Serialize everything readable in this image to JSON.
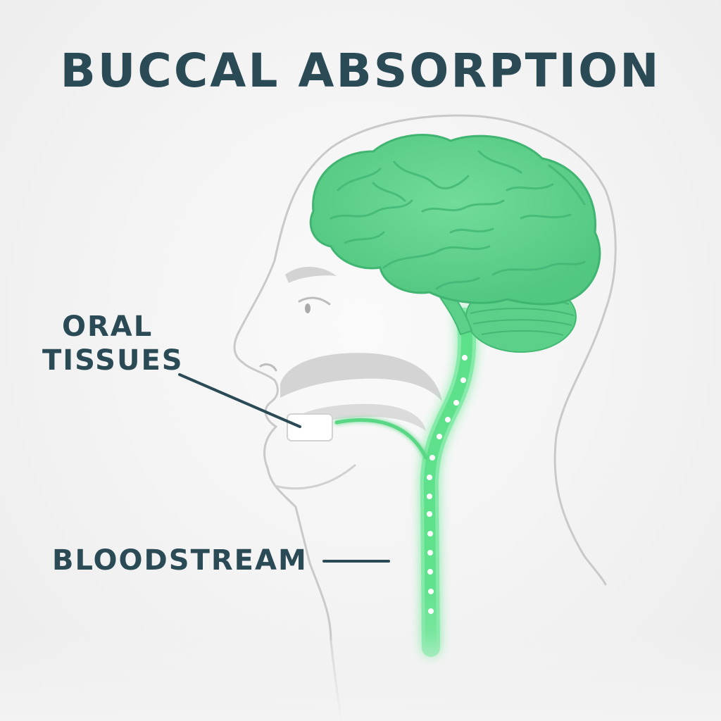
{
  "title": "BUCCAL ABSORPTION",
  "labels": {
    "oral_tissues_line1": "ORAL",
    "oral_tissues_line2": "TISSUES",
    "bloodstream": "BLOODSTREAM"
  },
  "colors": {
    "title_text": "#2a4a56",
    "brain_fill": "#5fd38d",
    "brain_outline": "#43b873",
    "vessel_glow": "#4fe07a",
    "head_outline": "#c8c8c8",
    "mouth_shade": "#cfcfcf"
  }
}
